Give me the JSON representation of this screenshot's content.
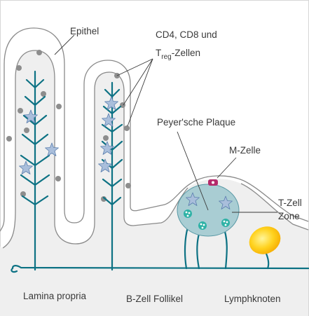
{
  "labels": {
    "epithel": "Epithel",
    "cd_line1": "CD4, CD8 und",
    "cd_line2_prefix": "T",
    "cd_line2_sub": "reg",
    "cd_line2_suffix": "-Zellen",
    "peyer": "Peyer'sche Plaque",
    "mzelle": "M-Zelle",
    "tzell_line1": "T-Zell",
    "tzell_line2": "Zone",
    "lamina": "Lamina propria",
    "bzell": "B-Zell Follikel",
    "lymph": "Lymphknoten"
  },
  "colors": {
    "tissue_fill": "#efefef",
    "epithelium_line": "#8a8a8a",
    "vessel_teal": "#0d7284",
    "tcell_star": "#a9bedb",
    "plaque_fill": "#a9cdd3",
    "bcell_follicle": "#2fb2a6",
    "lymph_node_yellow": "#ffd21e",
    "m_cell_magenta": "#b42a6b",
    "cell_dot_grey": "#8d8d8d"
  }
}
